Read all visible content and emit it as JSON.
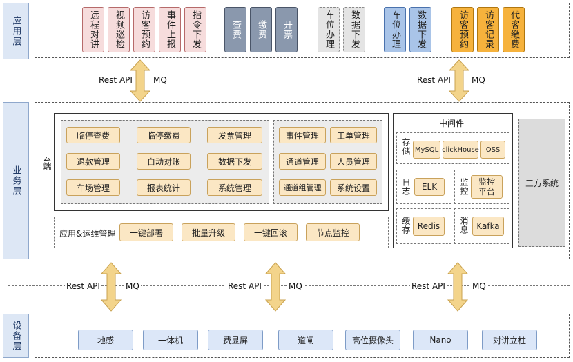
{
  "layers": {
    "app": "应用层",
    "business": "业务层",
    "device": "设备层"
  },
  "app_layer": {
    "pink": [
      "远程对讲",
      "视频巡检",
      "访客预约",
      "事件上报",
      "指令下发"
    ],
    "slate": [
      "查费",
      "缴费",
      "开票"
    ],
    "gray": [
      "车位办理",
      "数据下发"
    ],
    "blue": [
      "车位办理",
      "数据下发"
    ],
    "orange": [
      "访客预约",
      "访客记录",
      "代客缴费"
    ]
  },
  "protocols": {
    "rest_api": "Rest API",
    "mq": "MQ"
  },
  "cloud": {
    "label": "云端",
    "group1": [
      "临停查费",
      "临停缴费",
      "发票管理",
      "退款管理",
      "自动对账",
      "数据下发",
      "车场管理",
      "报表统计",
      "系统管理"
    ],
    "group2": [
      "事件管理",
      "工单管理",
      "通道管理",
      "人员管理",
      "通道组管理",
      "系统设置"
    ]
  },
  "ops": {
    "label": "应用&运维管理",
    "items": [
      "一键部署",
      "批量升级",
      "一键回滚",
      "节点监控"
    ]
  },
  "middleware": {
    "title": "中间件",
    "storage_label": "存储",
    "storage": [
      "MySQL",
      "clickHouse",
      "OSS"
    ],
    "log_label": "日志",
    "log": "ELK",
    "monitor_label": "监控",
    "monitor": "监控平台",
    "cache_label": "缓存",
    "cache": "Redis",
    "message_label": "消息",
    "message": "Kafka"
  },
  "third_party": "三方系统",
  "devices": [
    "地感",
    "一体机",
    "费显屏",
    "道闸",
    "高位摄像头",
    "Nano",
    "对讲立柱"
  ],
  "colors": {
    "pink": "#f6dcdc",
    "slate": "#8a98ad",
    "blue": "#a9c4e8",
    "orange": "#f6b23c",
    "module": "#fbe7c4",
    "device": "#dce7f8",
    "arrow": "#f3d48b"
  }
}
